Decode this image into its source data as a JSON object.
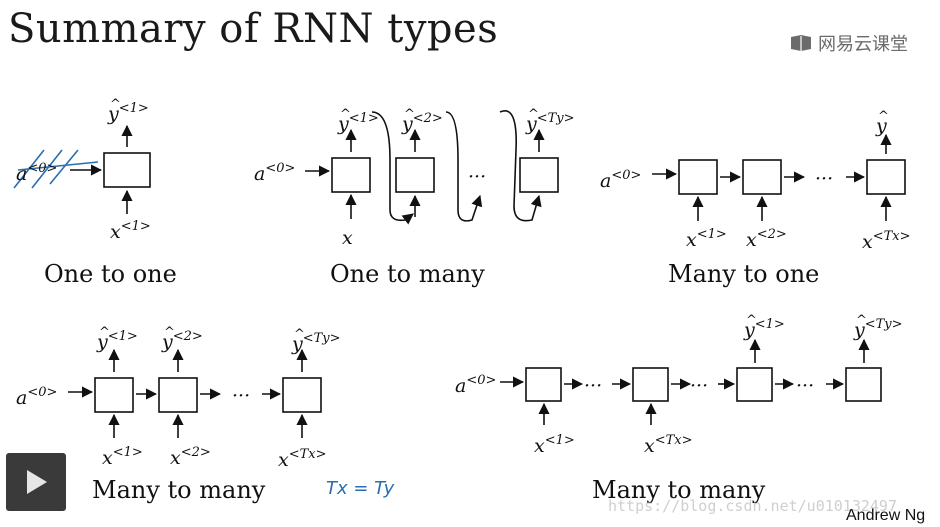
{
  "title": "Summary of RNN types",
  "brand": {
    "name": "网易云课堂",
    "icon": "book-logo-icon"
  },
  "author": "Andrew Ng",
  "watermark": "https://blog.csdn.net/u010132497",
  "captions": {
    "one_to_one": "One to one",
    "one_to_many": "One to many",
    "many_to_one": "Many to one",
    "many_to_many_1": "Many to many",
    "many_to_many_2": "Many to many"
  },
  "annotations": {
    "handwritten_note": "Tx = Ty"
  },
  "labels": {
    "y1": "<1>",
    "y2": "<2>",
    "yTy": "<Ty>",
    "x1": "<1>",
    "x2": "<2>",
    "xTx": "<Tx>",
    "a0": "<0>",
    "ellipsis": "···"
  },
  "controls": {
    "play_icon": "play-icon"
  },
  "colors": {
    "ink": "#111111",
    "handwriting": "#2a6db0",
    "player": "#3a3a3a"
  }
}
